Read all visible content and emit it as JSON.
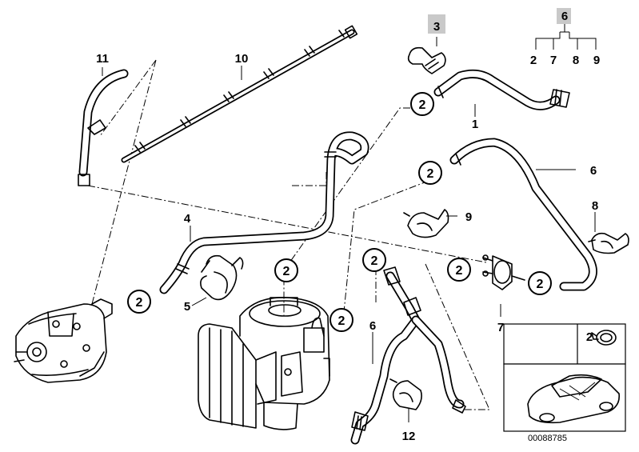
{
  "callouts": {
    "c1": "1",
    "c3": "3",
    "c4": "4",
    "c5": "5",
    "c6_top": "6",
    "c6_right": "6",
    "c6_bottom": "6",
    "c7": "7",
    "c8": "8",
    "c9": "9",
    "c10": "10",
    "c11": "11",
    "c12": "12"
  },
  "tree": {
    "root": "6",
    "children": [
      "2",
      "7",
      "8",
      "9"
    ]
  },
  "clamp_markers": [
    "2",
    "2",
    "2",
    "2",
    "2",
    "2",
    "2",
    "2"
  ],
  "inset": {
    "label": "2"
  },
  "diagram_number": "00088785"
}
